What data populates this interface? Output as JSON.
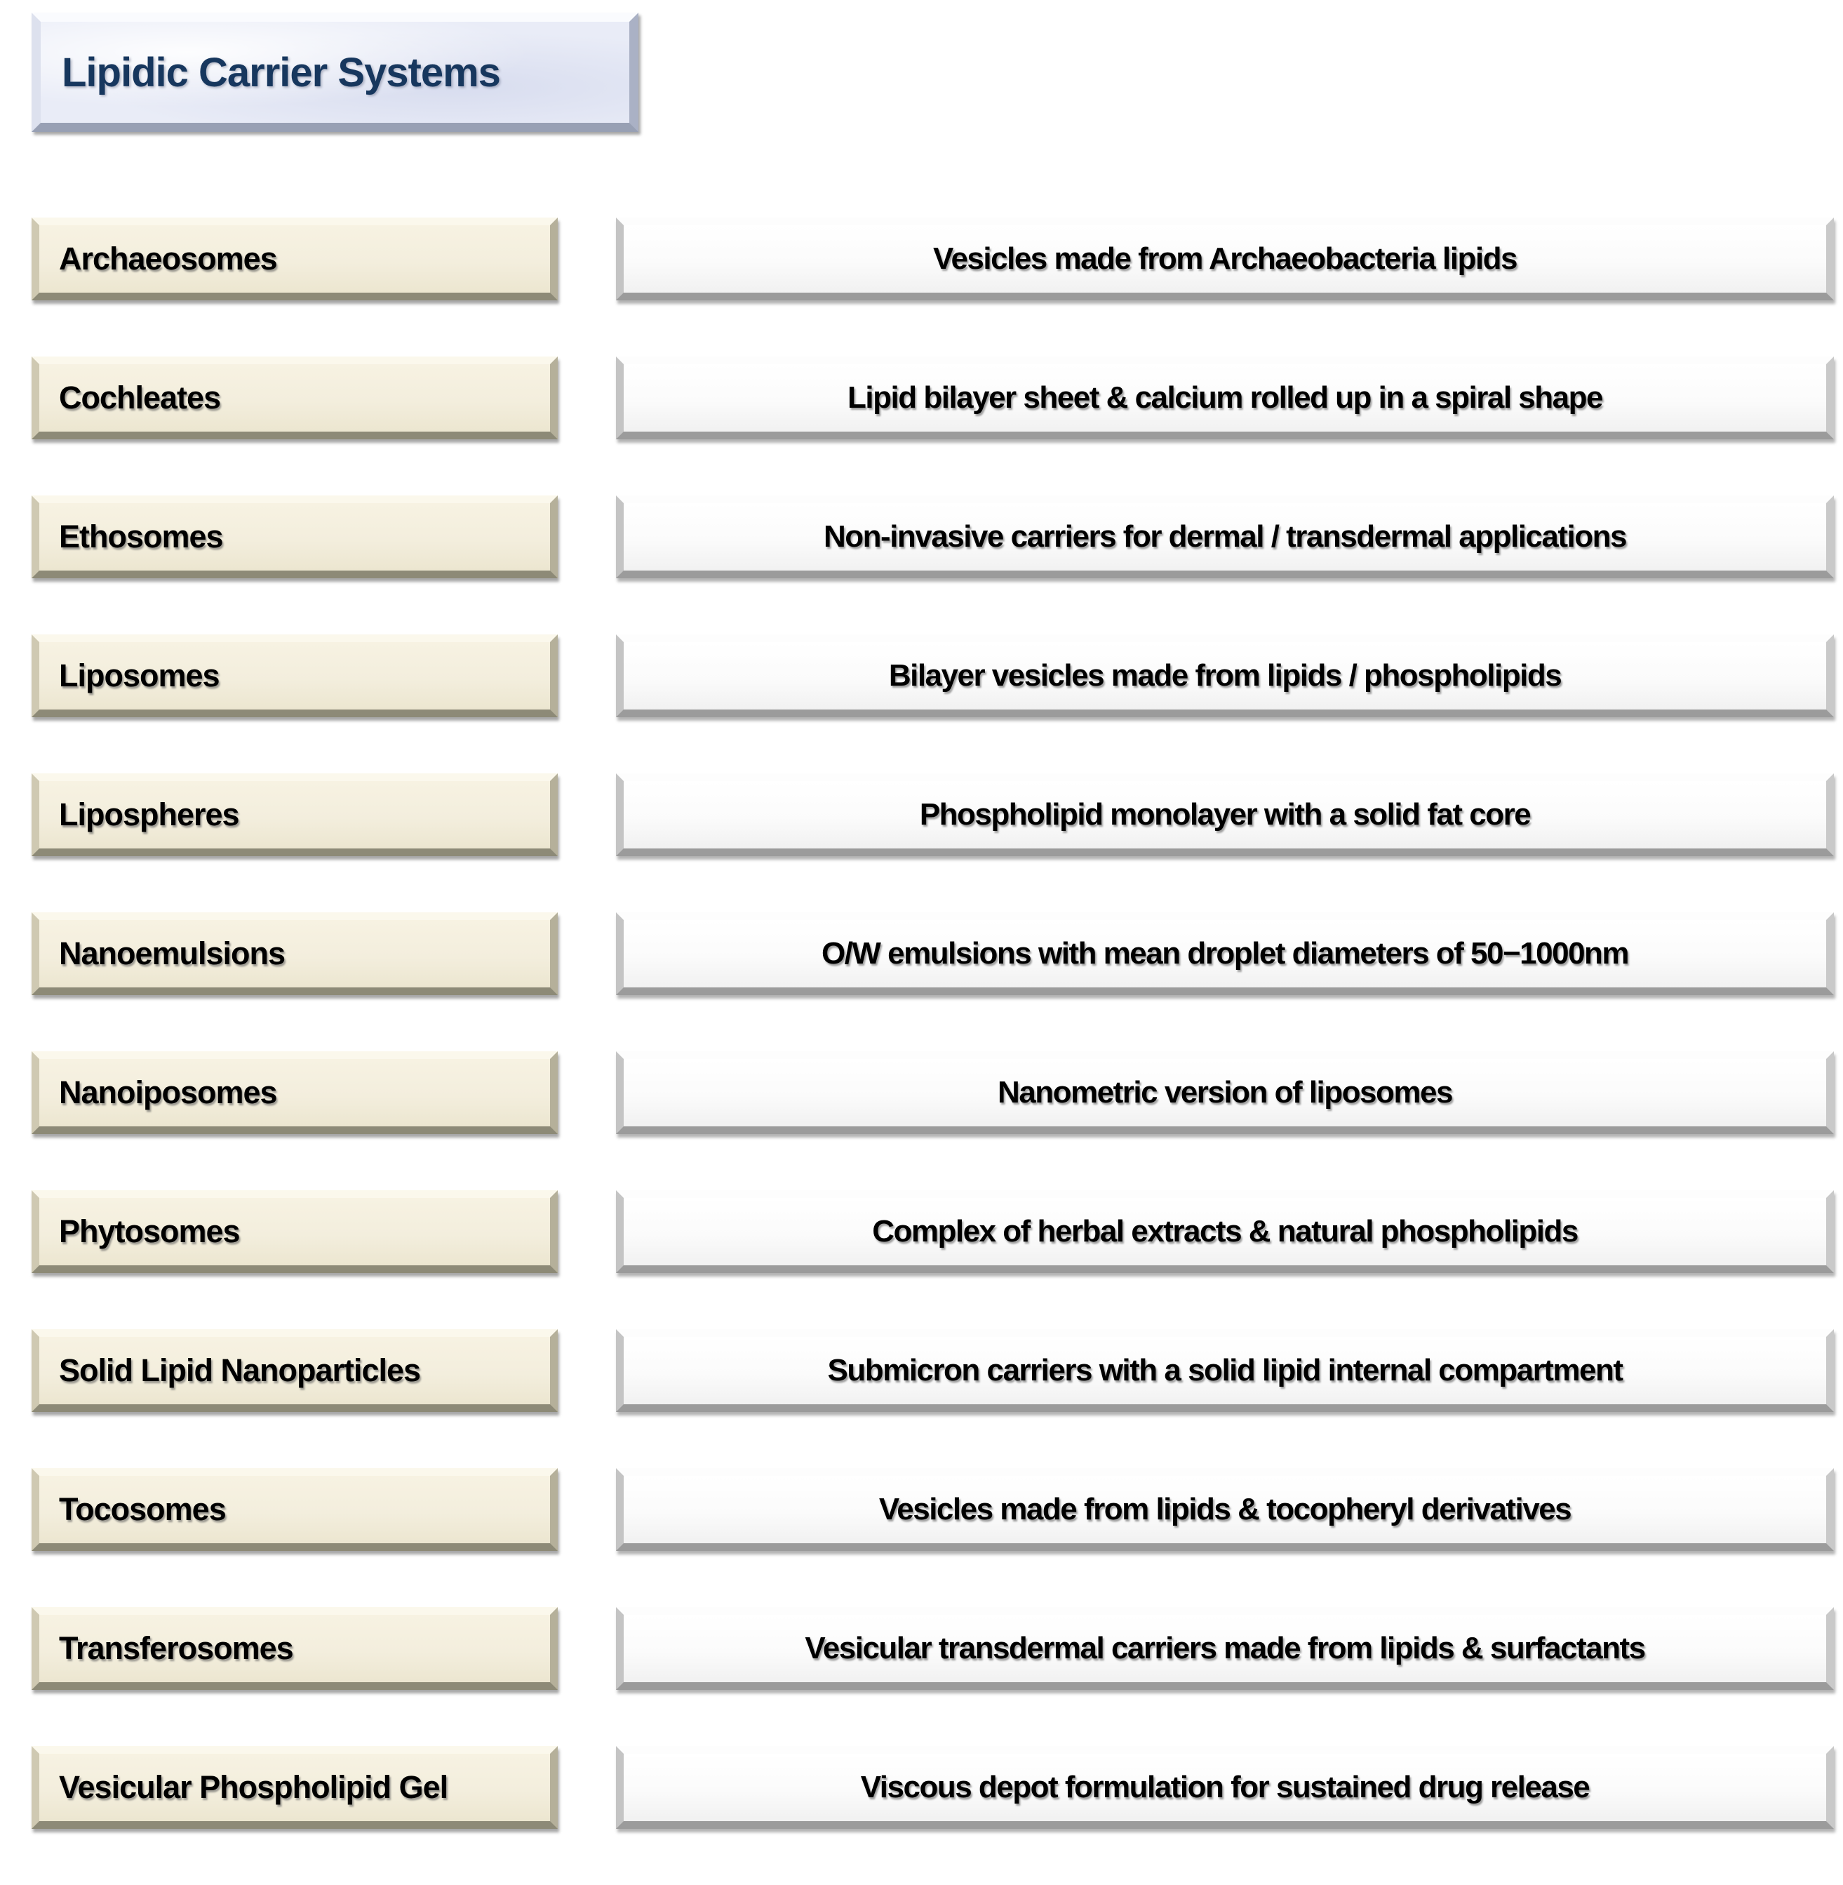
{
  "title": "Lipidic Carrier Systems",
  "colors": {
    "title_background": "#e9ecf7",
    "title_text": "#17375e",
    "name_button_background": "#f3eedd",
    "description_button_background": "#fbfbfb",
    "button_text": "#000000"
  },
  "rows": [
    {
      "name": "Archaeosomes",
      "description": "Vesicles made from Archaeobacteria lipids"
    },
    {
      "name": "Cochleates",
      "description": "Lipid bilayer sheet & calcium rolled up in a spiral shape"
    },
    {
      "name": "Ethosomes",
      "description": "Non-invasive carriers for dermal / transdermal applications"
    },
    {
      "name": "Liposomes",
      "description": "Bilayer vesicles made from lipids / phospholipids"
    },
    {
      "name": "Lipospheres",
      "description": "Phospholipid monolayer with a solid fat core"
    },
    {
      "name": "Nanoemulsions",
      "description": "O/W emulsions with mean droplet diameters of 50−1000nm"
    },
    {
      "name": "Nanoiposomes",
      "description": "Nanometric version of liposomes"
    },
    {
      "name": "Phytosomes",
      "description": "Complex of herbal extracts & natural phospholipids"
    },
    {
      "name": "Solid Lipid Nanoparticles",
      "description": "Submicron carriers with a solid lipid internal compartment"
    },
    {
      "name": "Tocosomes",
      "description": "Vesicles made from lipids & tocopheryl derivatives"
    },
    {
      "name": "Transferosomes",
      "description": "Vesicular transdermal carriers made from lipids & surfactants"
    },
    {
      "name": "Vesicular Phospholipid Gel",
      "description": "Viscous depot formulation for sustained drug release"
    }
  ]
}
